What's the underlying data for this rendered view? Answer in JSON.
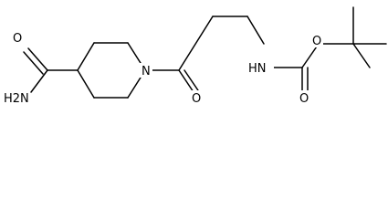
{
  "molecule": {
    "labels": {
      "amide_nh2": "H2N",
      "amide_o": "O",
      "ring_n": "N",
      "ketone_o": "O",
      "carbamate_nh": "HN",
      "carbonyl_o": "O",
      "ester_o": "O"
    }
  }
}
